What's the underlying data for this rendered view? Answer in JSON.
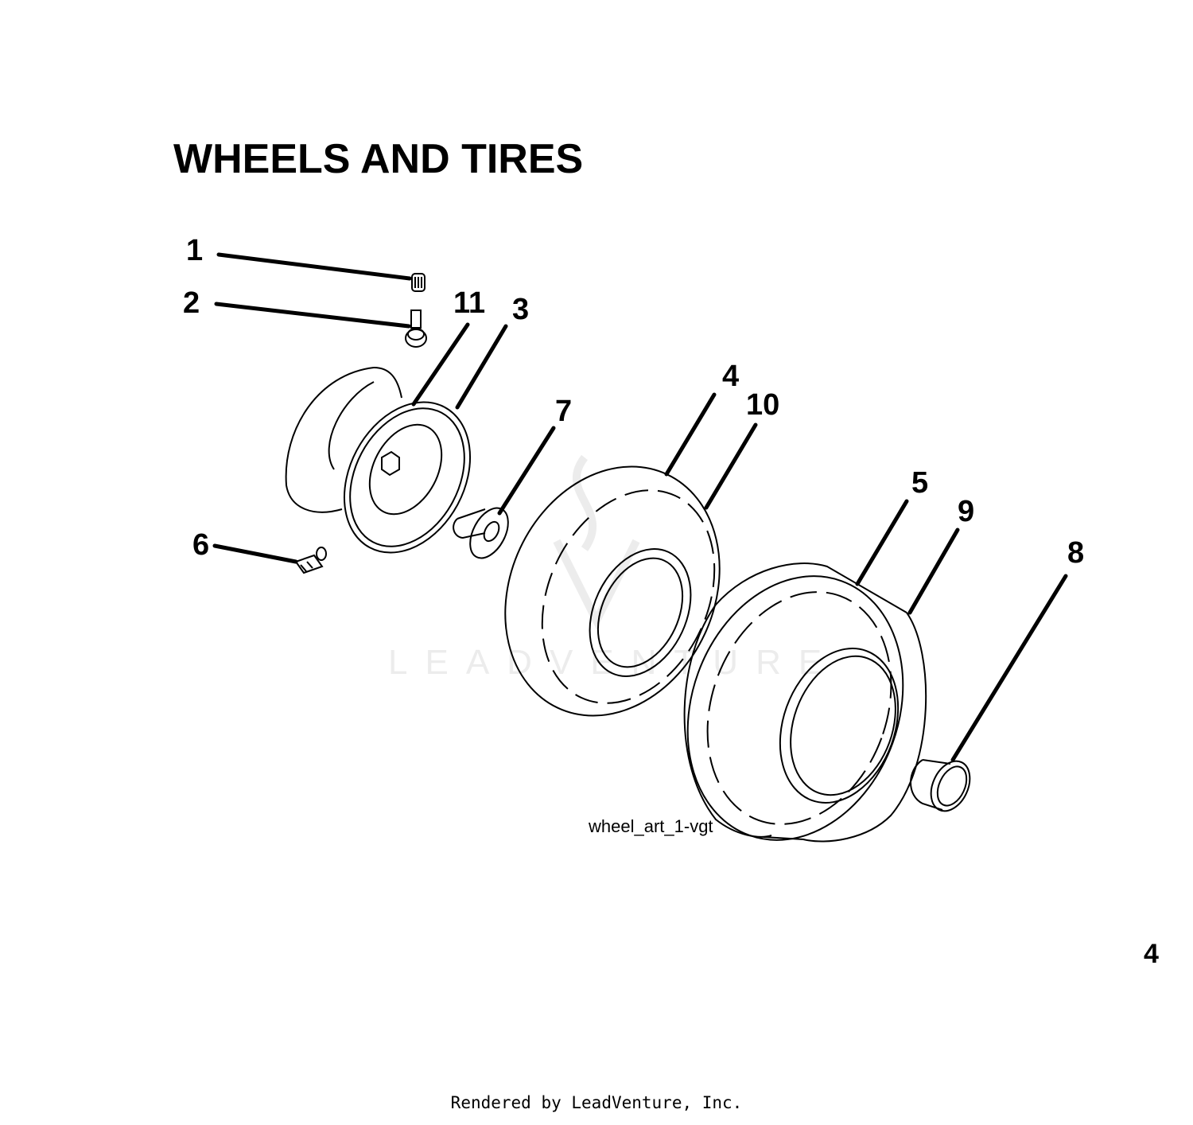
{
  "title": "WHEELS AND TIRES",
  "callouts": [
    "1",
    "2",
    "3",
    "4",
    "5",
    "6",
    "7",
    "8",
    "9",
    "10",
    "11"
  ],
  "art_reference": "wheel_art_1-vgt",
  "watermark": "LEADVENTURE",
  "footer": "Rendered by LeadVenture, Inc.",
  "page_mark": "4",
  "colors": {
    "ink": "#000000",
    "watermark": "#ececec",
    "background": "#ffffff"
  }
}
